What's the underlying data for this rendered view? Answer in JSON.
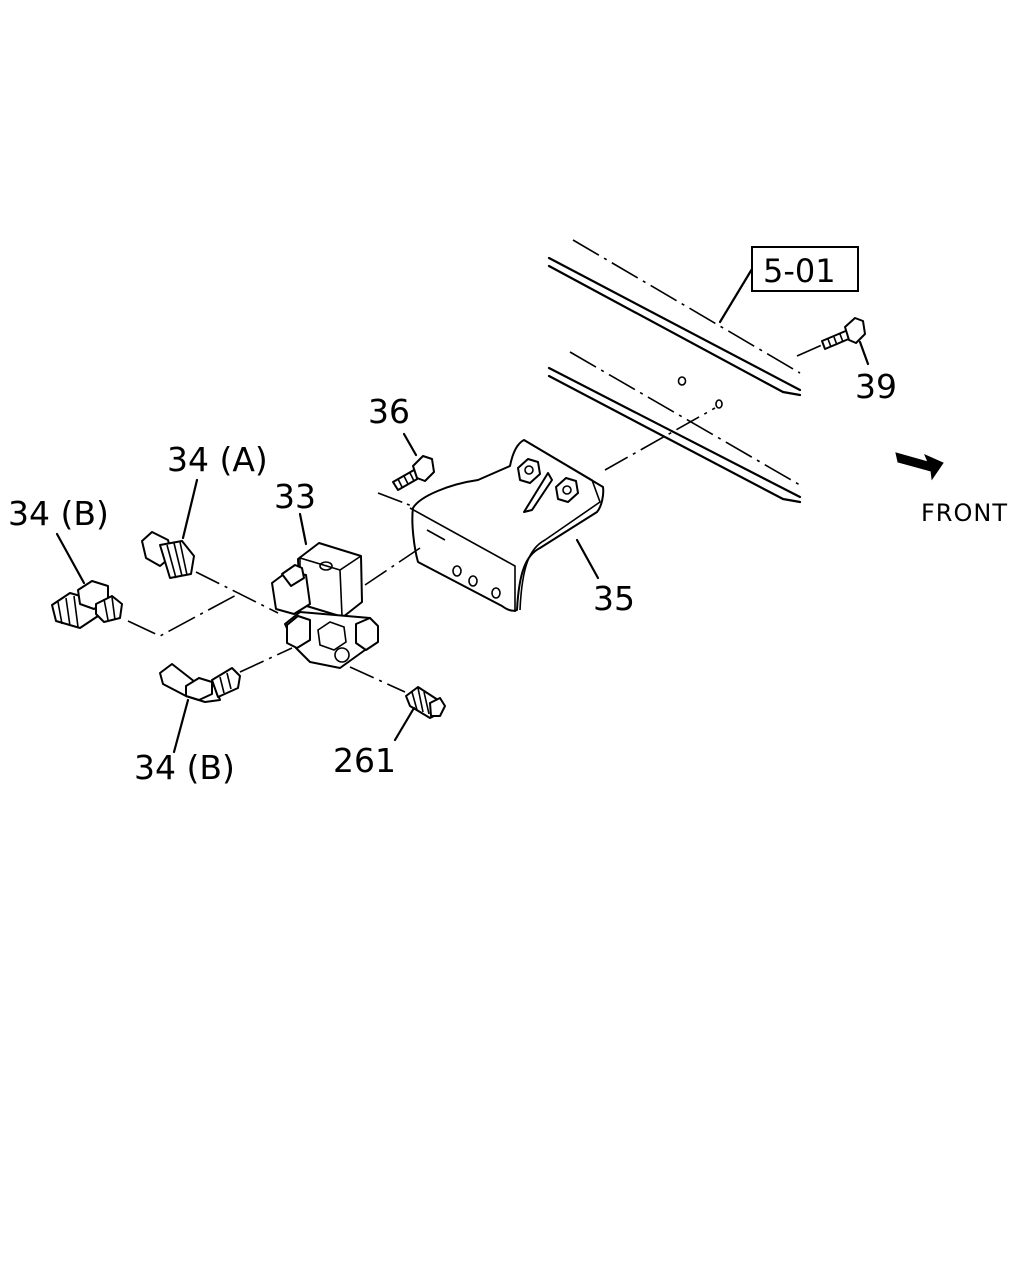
{
  "reference_box": "5-01",
  "direction": {
    "label": "FRONT"
  },
  "callouts": [
    {
      "id": "ref-39",
      "text": "39"
    },
    {
      "id": "ref-36",
      "text": "36"
    },
    {
      "id": "ref-35",
      "text": "35"
    },
    {
      "id": "ref-33",
      "text": "33"
    },
    {
      "id": "ref-34a",
      "text": "34 (A)"
    },
    {
      "id": "ref-34b-top",
      "text": "34 (B)"
    },
    {
      "id": "ref-34b-bottom",
      "text": "34 (B)"
    },
    {
      "id": "ref-261",
      "text": "261"
    }
  ]
}
